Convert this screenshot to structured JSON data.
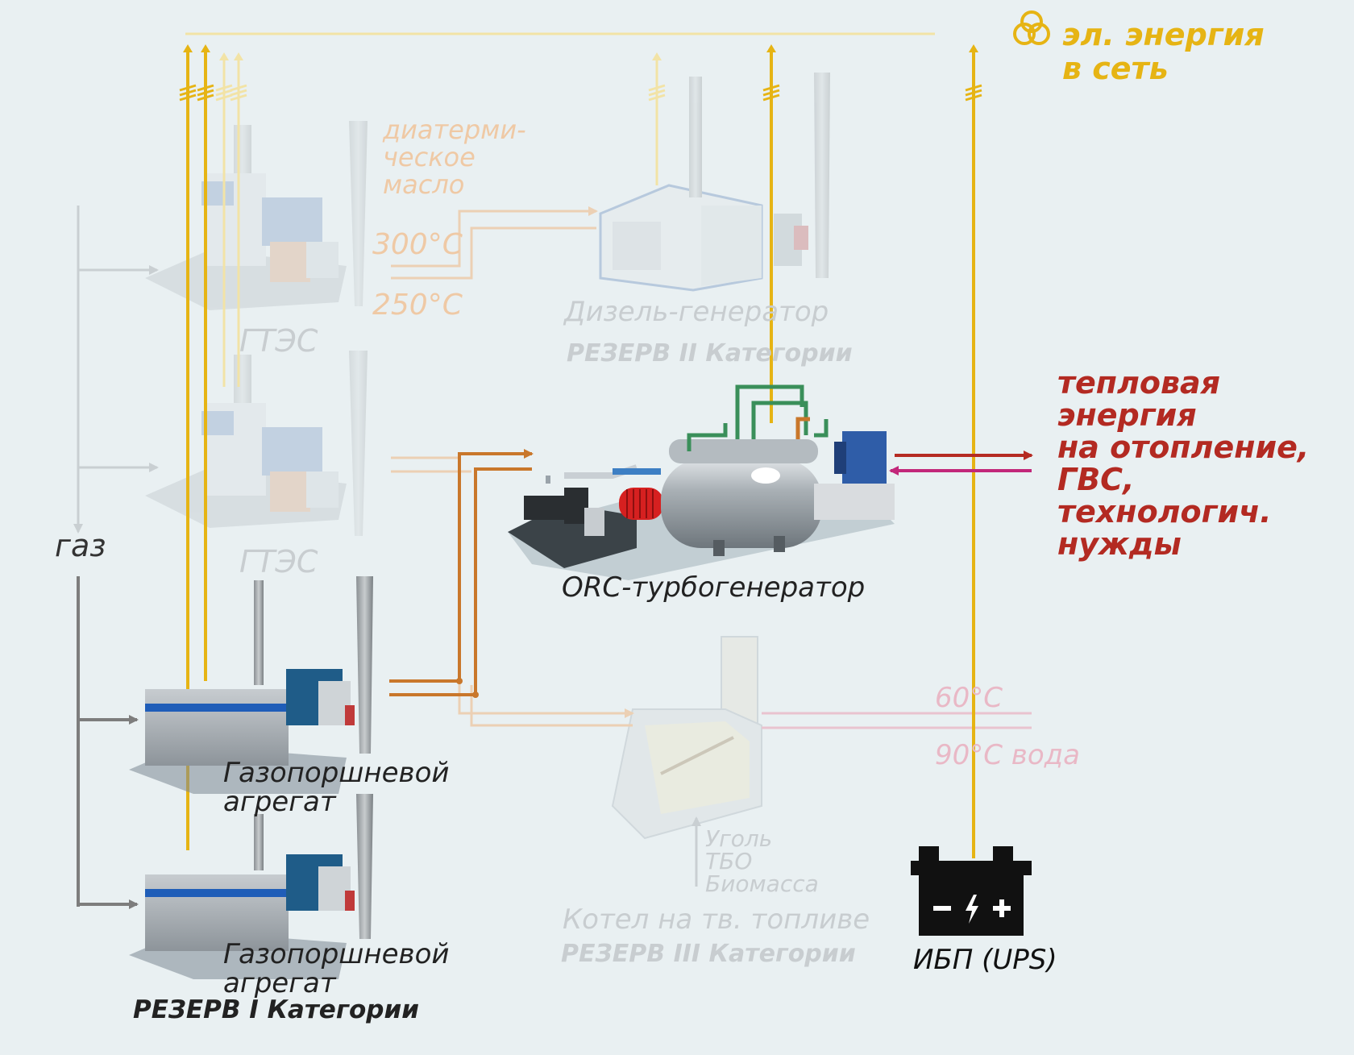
{
  "labels": {
    "grid_export_l1": "эл. энергия",
    "grid_export_l2": "в сеть",
    "oil_l1": "диатерми-",
    "oil_l2": "ческое",
    "oil_l3": "масло",
    "temp_300": "300°C",
    "temp_250": "250°C",
    "gtes_1": "ГТЭС",
    "gtes_2": "ГТЭС",
    "diesel_name": "Дизель-генератор",
    "diesel_reserve": "РЕЗЕРВ II Категории",
    "heat_l1": "тепловая",
    "heat_l2": "энергия",
    "heat_l3": "на отопление,",
    "heat_l4": "ГВС,",
    "heat_l5": "технологич.",
    "heat_l6": "нужды",
    "gas": "газ",
    "orc": "ORC-турбогенератор",
    "gpa1_l1": "Газопоршневой",
    "gpa1_l2": "агрегат",
    "gpa2_l1": "Газопоршневой",
    "gpa2_l2": "агрегат",
    "reserve_1": "РЕЗЕРВ I Категории",
    "temp_60": "60°C",
    "temp_90": "90°C вода",
    "fuel_l1": "Уголь",
    "fuel_l2": "ТБО",
    "fuel_l3": "Биомасса",
    "boiler_name": "Котел на тв. топливе",
    "boiler_reserve": "РЕЗЕРВ III Категории",
    "ups": "ИБП (UPS)"
  },
  "colors": {
    "background": "#e9f0f2",
    "electric": "#e6b414",
    "electric_faded": "#f2e3a6",
    "heat_text": "#b32a22",
    "oil": "#c9772b",
    "oil_faded": "#ecd0b4",
    "heat_supply": "#b52b22",
    "heat_return": "#c2277a",
    "water_faded": "#e9c3cf",
    "gas_line": "#7d7d7d",
    "gas_faded": "#c9cfd2",
    "faded_text": "#c8cdd0",
    "faded_temp": "#efc9a5",
    "dark_text": "#222222"
  }
}
